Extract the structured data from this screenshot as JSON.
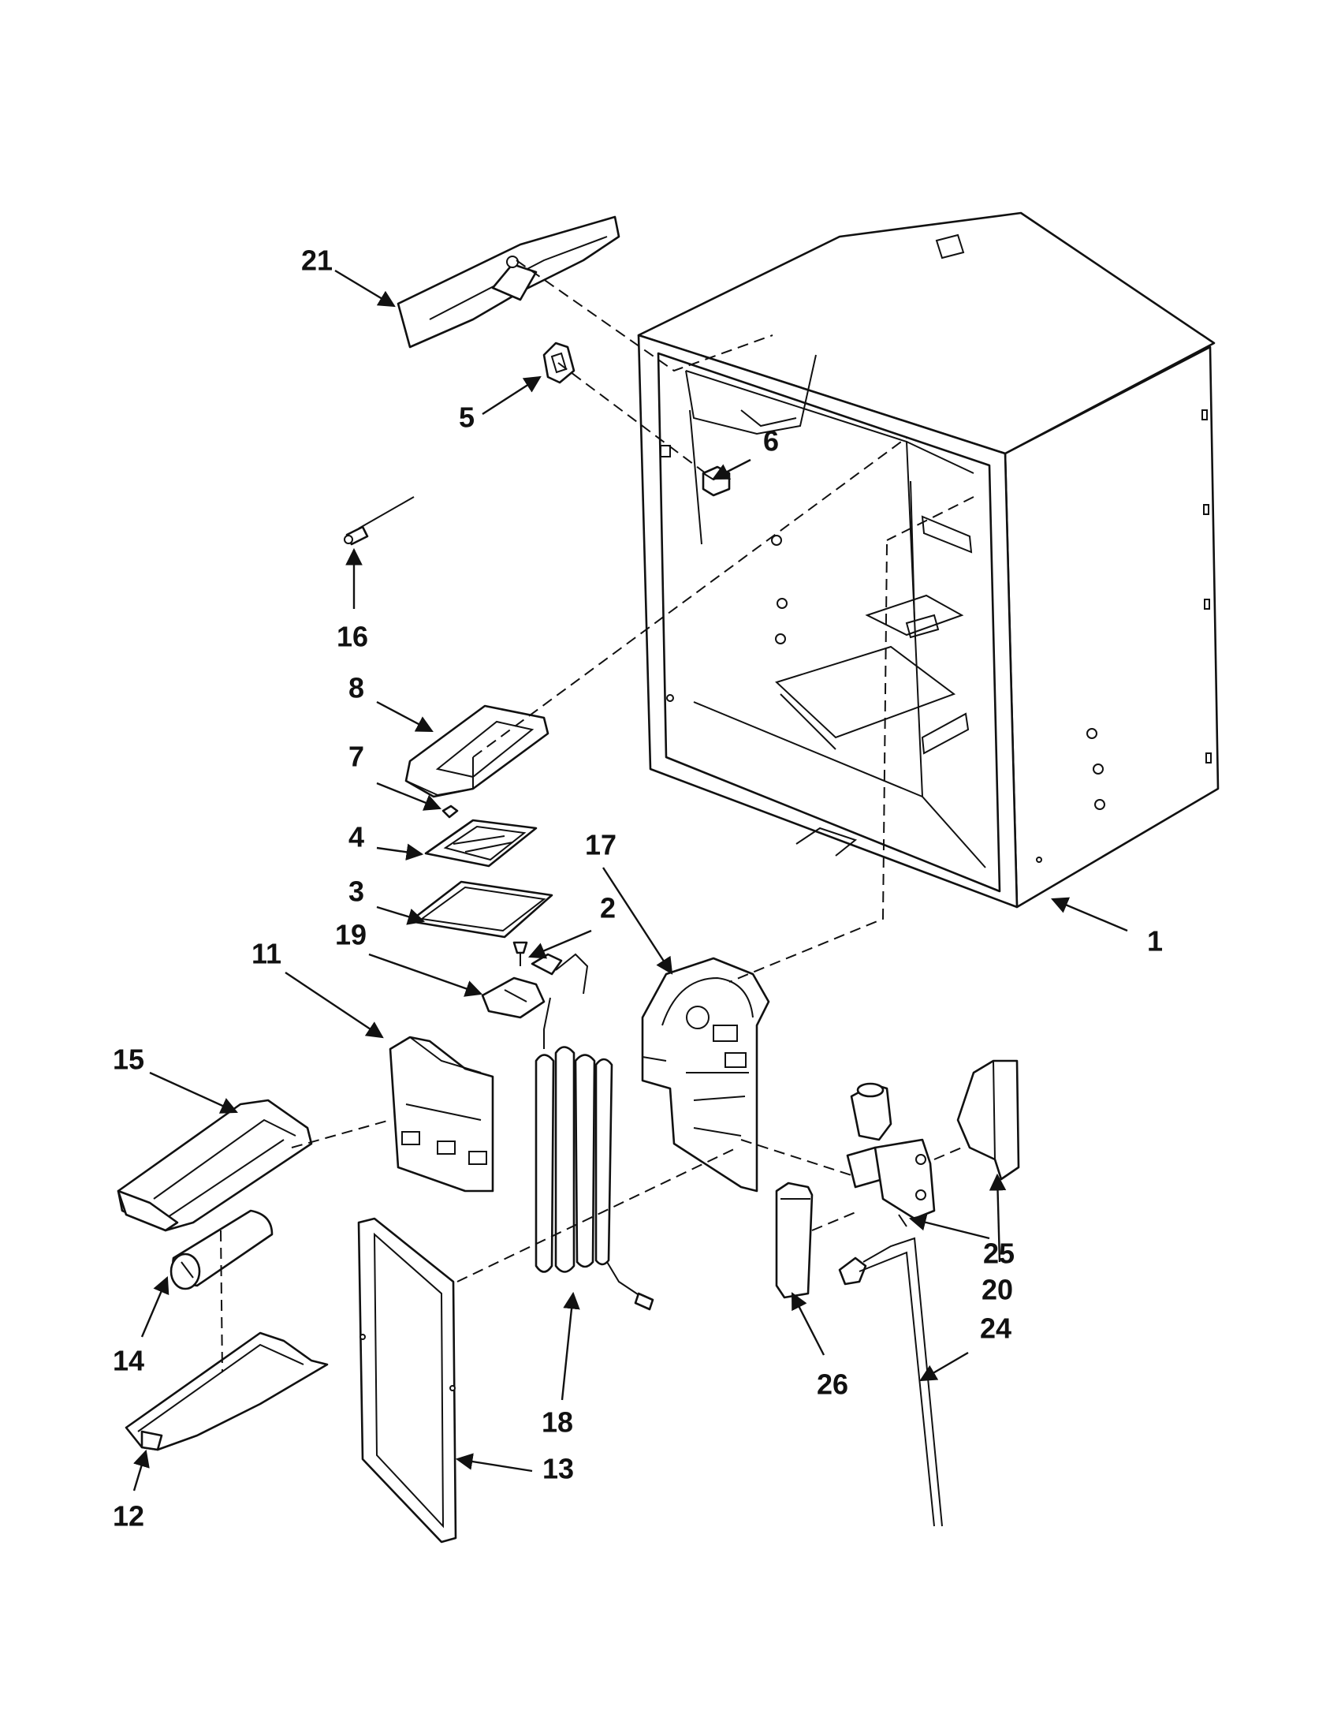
{
  "callouts": {
    "c1": "1",
    "c2": "2",
    "c3": "3",
    "c4": "4",
    "c5": "5",
    "c6": "6",
    "c7": "7",
    "c8": "8",
    "c11": "11",
    "c12": "12",
    "c13": "13",
    "c14": "14",
    "c15": "15",
    "c16": "16",
    "c17": "17",
    "c18": "18",
    "c19": "19",
    "c20": "20",
    "c21": "21",
    "c24": "24",
    "c25": "25",
    "c26": "26"
  },
  "colors": {
    "ink": "#111111",
    "paper": "#ffffff"
  }
}
